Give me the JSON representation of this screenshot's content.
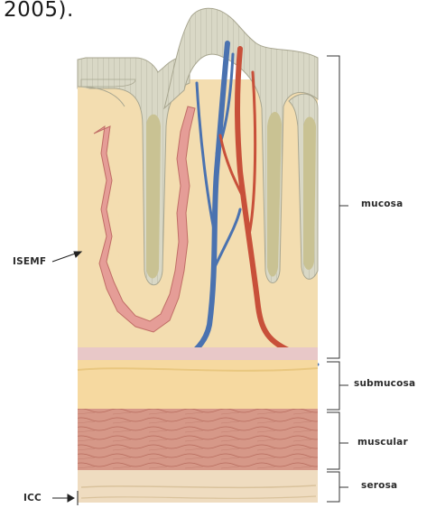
{
  "header": {
    "text": "2005)."
  },
  "labels": {
    "mucosa": "mucosa",
    "submucosa": "submucosa",
    "muscular": "muscular",
    "serosa": "serosa",
    "isemf": "ISEMF",
    "icc": "ICC"
  },
  "colors": {
    "tissue": "#f4dfb0",
    "epithelium": "#d6d5c0",
    "lumen": "#c9c293",
    "artery": "#c8503a",
    "vein": "#4a72b0",
    "muscle": "#d08a7a",
    "myofibroblast": "#e08c8c"
  }
}
